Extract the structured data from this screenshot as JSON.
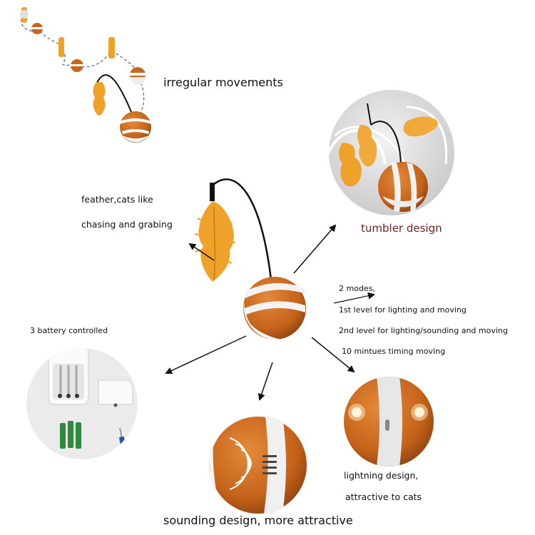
{
  "labels": {
    "irregular": "irregular movements",
    "feather_line1": "feather,cats like",
    "feather_line2": "chasing and grabing",
    "tumbler": "tumbler design",
    "modes_title": "2 modes,",
    "mode1": "1st level for lighting and moving",
    "mode2": "2nd level for lighting/sounding and moving",
    "timer": "10 mintues timing moving",
    "battery": "3 battery controlled",
    "lightning_line1": "lightning design,",
    "lightning_line2": "attractive to cats",
    "sounding": "sounding design, more attractive"
  },
  "colors": {
    "ball_orange": "#c8661c",
    "ball_white": "#f1f1f1",
    "feather": "#efa22a",
    "background_circle": "#dcdcdc",
    "caption_red": "#7a1f1f",
    "battery_green": "#2e8b3d"
  }
}
